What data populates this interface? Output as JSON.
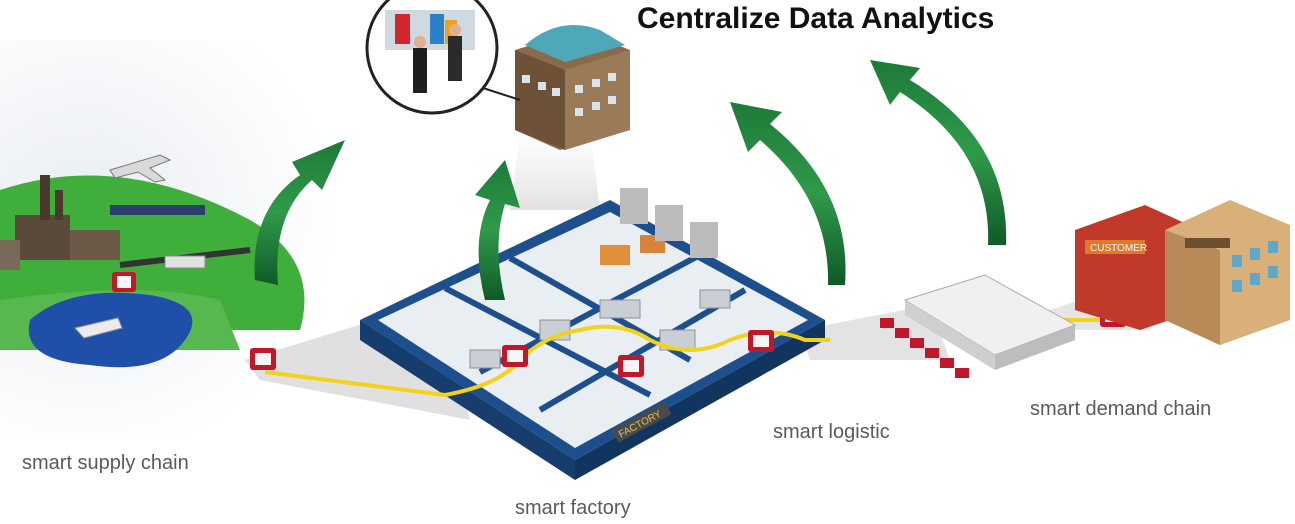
{
  "title": "Centralize Data Analytics",
  "labels": {
    "supply": "smart supply chain",
    "factory": "smart factory",
    "logistic": "smart logistic",
    "demand": "smart demand chain"
  },
  "signs": {
    "factory": "FACTORY",
    "customer": "CUSTOMER"
  },
  "colors": {
    "arrow": "#1f7a3a",
    "flow": "#f2d21b",
    "tag": "#c0182a",
    "grass": "#3fae3a",
    "water": "#1f4fa8",
    "floor": "#1d4f8c"
  }
}
